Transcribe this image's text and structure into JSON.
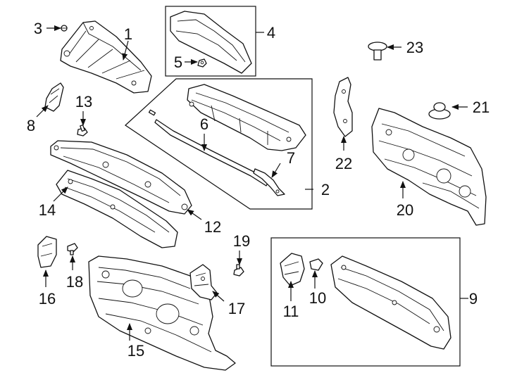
{
  "callouts": [
    {
      "id": "c1",
      "label": "1"
    },
    {
      "id": "c2",
      "label": "2"
    },
    {
      "id": "c3",
      "label": "3"
    },
    {
      "id": "c4",
      "label": "4"
    },
    {
      "id": "c5",
      "label": "5"
    },
    {
      "id": "c6",
      "label": "6"
    },
    {
      "id": "c7",
      "label": "7"
    },
    {
      "id": "c8",
      "label": "8"
    },
    {
      "id": "c9",
      "label": "9"
    },
    {
      "id": "c10",
      "label": "10"
    },
    {
      "id": "c11",
      "label": "11"
    },
    {
      "id": "c12",
      "label": "12"
    },
    {
      "id": "c13",
      "label": "13"
    },
    {
      "id": "c14",
      "label": "14"
    },
    {
      "id": "c15",
      "label": "15"
    },
    {
      "id": "c16",
      "label": "16"
    },
    {
      "id": "c17",
      "label": "17"
    },
    {
      "id": "c18",
      "label": "18"
    },
    {
      "id": "c19",
      "label": "19"
    },
    {
      "id": "c20",
      "label": "20"
    },
    {
      "id": "c21",
      "label": "21"
    },
    {
      "id": "c22",
      "label": "22"
    },
    {
      "id": "c23",
      "label": "23"
    }
  ],
  "colors": {
    "line": "#111111",
    "background": "#ffffff"
  }
}
